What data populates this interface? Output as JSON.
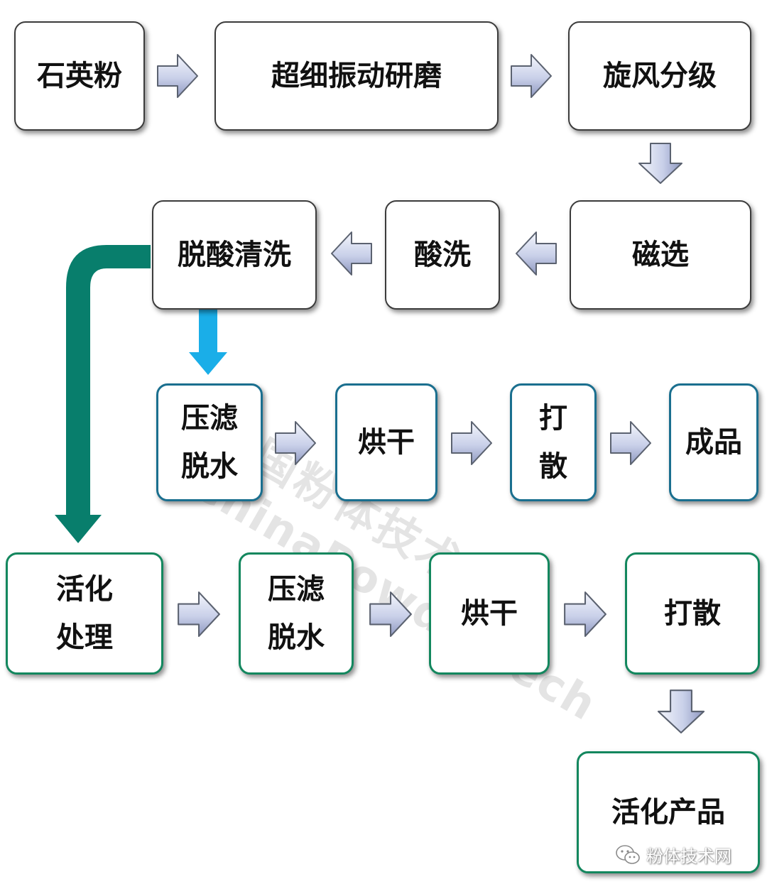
{
  "nodes": {
    "quartz_powder": "石英粉",
    "ultrafine_grinding": "超细振动研磨",
    "cyclone_classification": "旋风分级",
    "magnetic_separation": "磁选",
    "acid_washing": "酸洗",
    "deacid_cleaning": "脱酸清洗",
    "press_filter_1": "压滤\n脱水",
    "drying_1": "烘干",
    "dispersing_1": "打\n散",
    "finished_product": "成品",
    "activation": "活化\n处理",
    "press_filter_2": "压滤\n脱水",
    "drying_2": "烘干",
    "dispersing_2": "打散",
    "activated_product": "活化产品"
  },
  "watermark": {
    "line1": "中国粉体技术网",
    "line2": "ChinaPowderTech"
  },
  "footer": {
    "label": "粉体技术网"
  },
  "colors": {
    "blue_arrow": "#1aaee8",
    "green_arrow": "#087e6c",
    "box_border_gray": "#3c3c3c",
    "box_border_blue": "#1a6f8f",
    "box_border_green": "#13875e"
  }
}
